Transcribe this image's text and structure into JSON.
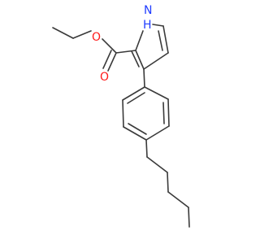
{
  "molecule": {
    "atoms": {
      "NH": {
        "label": "H",
        "subscript_label": "N",
        "color": "#1f3cff"
      },
      "O_ester": {
        "label": "O",
        "color": "#ff1a1a"
      },
      "O_carbonyl": {
        "label": "O",
        "color": "#ff1a1a"
      }
    },
    "bond_color": "#3a3a3a"
  }
}
